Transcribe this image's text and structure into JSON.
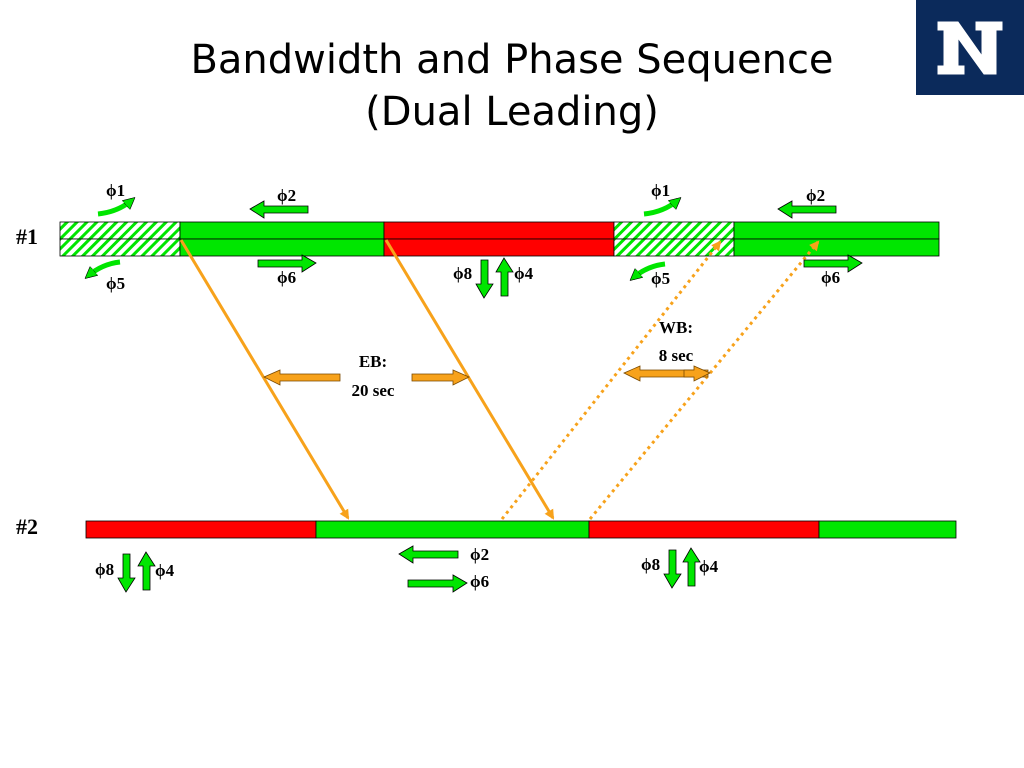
{
  "title": {
    "line1": "Bandwidth and Phase Sequence",
    "line2": "(Dual Leading)"
  },
  "logo": {
    "text": "N"
  },
  "colors": {
    "green": "#00e600",
    "red": "#ff0000",
    "orange": "#f7a21b",
    "navy": "#0b2a5b"
  },
  "intersection_1": {
    "label": "#1",
    "phases": {
      "p1_a": "ϕ1",
      "p5_a": "ϕ5",
      "p2_a": "ϕ2",
      "p6_a": "ϕ6",
      "p8_a": "ϕ8",
      "p4_a": "ϕ4",
      "p1_b": "ϕ1",
      "p5_b": "ϕ5",
      "p2_b": "ϕ2",
      "p6_b": "ϕ6"
    }
  },
  "intersection_2": {
    "label": "#2",
    "phases": {
      "p8_a": "ϕ8",
      "p4_a": "ϕ4",
      "p2": "ϕ2",
      "p6": "ϕ6",
      "p8_b": "ϕ8",
      "p4_b": "ϕ4"
    }
  },
  "eastbound_band": {
    "line1": "EB:",
    "line2": "20 sec"
  },
  "westbound_band": {
    "line1": "WB:",
    "line2": "8 sec"
  }
}
